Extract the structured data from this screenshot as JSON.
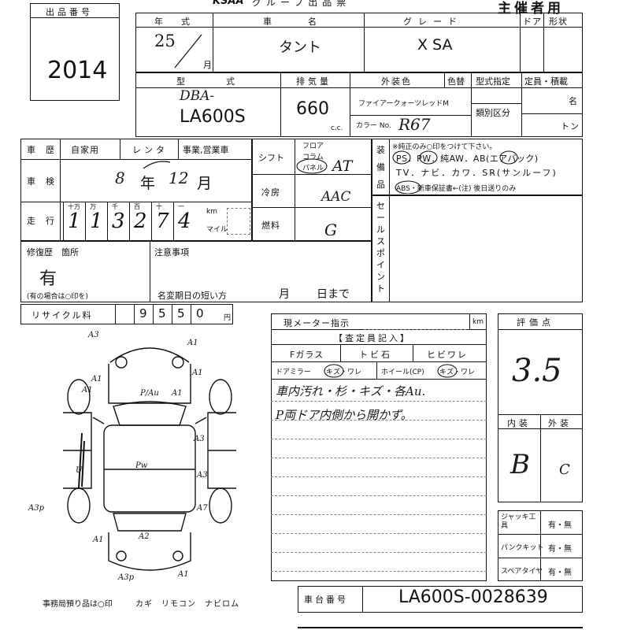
{
  "header": {
    "logo": "KSAA",
    "form_title": "グループ出品票",
    "audience": "主催者用"
  },
  "lot": {
    "label": "出品番号",
    "number": "2014"
  },
  "vehicle": {
    "year_label": "年　式",
    "year": "25",
    "month_unit": "月",
    "name_label": "車　　名",
    "name": "タント",
    "grade_label": "グレード",
    "grade": "X SA",
    "door_label": "ドア",
    "form_label": "形状",
    "model_label": "型　　式",
    "model_prefix": "DBA-",
    "model": "LA600S",
    "displacement_label": "排気量",
    "displacement": "660",
    "cc_unit": "c.c.",
    "color_label": "外装色",
    "color_name": "ファイアークォーツレッドM",
    "color_change_label": "色替",
    "color_code_label": "カラー No.",
    "color_code": "R67",
    "type_designation_label": "型式指定",
    "class_label": "類別区分",
    "capacity_label": "定員・積載",
    "capacity_unit": "名",
    "ton_unit": "トン"
  },
  "usage": {
    "label": "車　歴",
    "opt1": "自家用",
    "opt2": "レンタ",
    "opt3": "事業,営業車"
  },
  "inspection": {
    "label": "車　検",
    "year": "8",
    "year_unit": "年",
    "month": "12",
    "month_unit": "月"
  },
  "mileage": {
    "label": "走　行",
    "place_labels": [
      "十万",
      "万",
      "千",
      "百",
      "十",
      "一"
    ],
    "digits": [
      "1",
      "1",
      "3",
      "2",
      "7",
      "4"
    ],
    "unit_km": "km",
    "unit_mile": "マイル"
  },
  "specs": {
    "shift_label": "シフト",
    "shift_options": [
      "フロア",
      "コラム",
      "パネル"
    ],
    "shift": "AT",
    "ac_label": "冷房",
    "ac": "AAC",
    "fuel_label": "燃料",
    "fuel": "G"
  },
  "equipment": {
    "label": "装備品",
    "note": "※純正のみ○印をつけて下さい。",
    "line1": "PS．PW．純AW．AB(エアバック)",
    "line2": "TV．ナビ．カワ．SR(サンルーフ)",
    "line3": "ABS・新車保証書←(注) 後日送りのみ"
  },
  "sales_point": {
    "label": "セールスポイント"
  },
  "repair": {
    "label": "修復歴　箇所",
    "value": "有",
    "note": "(有の場合は○印を)"
  },
  "notes": {
    "label": "注意事項",
    "short_label": "名変期日の短い方",
    "month_unit": "月",
    "day_unit": "日まで"
  },
  "recycle": {
    "label": "リサイクル料",
    "digits": [
      "9",
      "5",
      "5",
      "0"
    ],
    "yen": "円"
  },
  "meter": {
    "label": "現メーター指示",
    "unit": "km"
  },
  "inspector": {
    "title": "【査定員記入】",
    "glass_label": "Fガラス",
    "chip_label": "トビ石",
    "crack_label": "ヒビワレ",
    "mirror_label": "ドアミラー",
    "mirror_opts": "キズ・ワレ",
    "wheel_label": "ホイール(CP)",
    "wheel_opts": "キズ・ワレ",
    "remark1": "車内汚れ・杉・キズ・各Au.",
    "remark2": "P両ドア内側から開かず。"
  },
  "scores": {
    "label": "評価点",
    "overall": "3.5",
    "interior_label": "内装",
    "exterior_label": "外装",
    "interior": "B",
    "exterior": "C"
  },
  "tools": {
    "jack_label": "ジャッキ工具",
    "puncture_label": "パンクキット",
    "spare_label": "スペアタイヤ",
    "yes_no": "有・無"
  },
  "chassis": {
    "label": "車台番号",
    "value": "LA600S-0028639"
  },
  "diagram": {
    "marks": [
      "A3",
      "A1",
      "A1",
      "A1",
      "A1",
      "P/Au",
      "A3",
      "A1",
      "Pw",
      "A3",
      "A7",
      "U",
      "A3p",
      "A1",
      "A2",
      "A3p",
      "A1"
    ]
  },
  "footer": {
    "note": "事務局預り品は○印",
    "items": "カギ　リモコン　ナビロム"
  }
}
